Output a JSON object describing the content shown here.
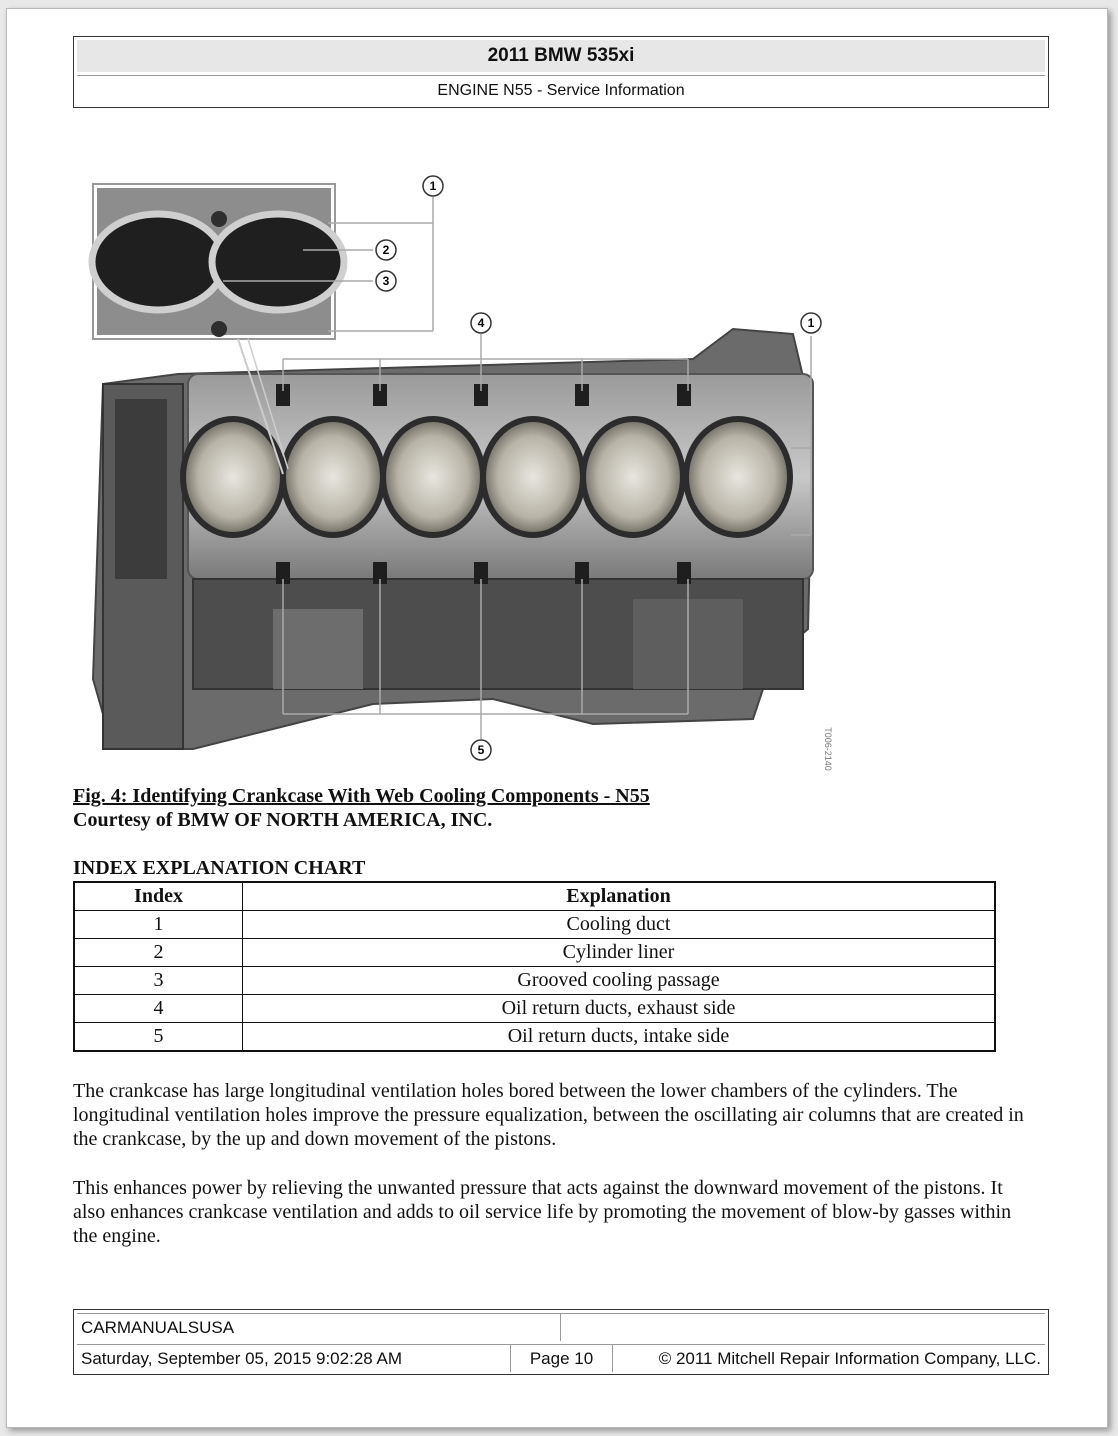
{
  "header": {
    "title": "2011 BMW 535xi",
    "subtitle": "ENGINE N55 - Service Information"
  },
  "figure": {
    "callouts": [
      "1",
      "2",
      "3",
      "4",
      "1",
      "5"
    ],
    "watermark": "T006-2140",
    "caption": "Fig. 4: Identifying Crankcase With Web Cooling Components - N55",
    "courtesy": "Courtesy of BMW OF NORTH AMERICA, INC."
  },
  "index_chart": {
    "title": "INDEX EXPLANATION CHART",
    "headers": [
      "Index",
      "Explanation"
    ],
    "rows": [
      [
        "1",
        "Cooling duct"
      ],
      [
        "2",
        "Cylinder liner"
      ],
      [
        "3",
        "Grooved cooling passage"
      ],
      [
        "4",
        "Oil return ducts, exhaust side"
      ],
      [
        "5",
        "Oil return ducts, intake side"
      ]
    ]
  },
  "paragraphs": [
    "The crankcase has large longitudinal ventilation holes bored between the lower chambers of the cylinders. The longitudinal ventilation holes improve the pressure equalization, between the oscillating air columns that are created in the crankcase, by the up and down movement of the pistons.",
    "This enhances power by relieving the unwanted pressure that acts against the downward movement of the pistons. It also enhances crankcase ventilation and adds to oil service life by promoting the movement of blow-by gasses within the engine."
  ],
  "footer": {
    "company": "CARMANUALSUSA",
    "date": "Saturday, September 05, 2015 9:02:28 AM",
    "page": "Page 10",
    "copyright": "© 2011 Mitchell Repair Information Company, LLC."
  }
}
